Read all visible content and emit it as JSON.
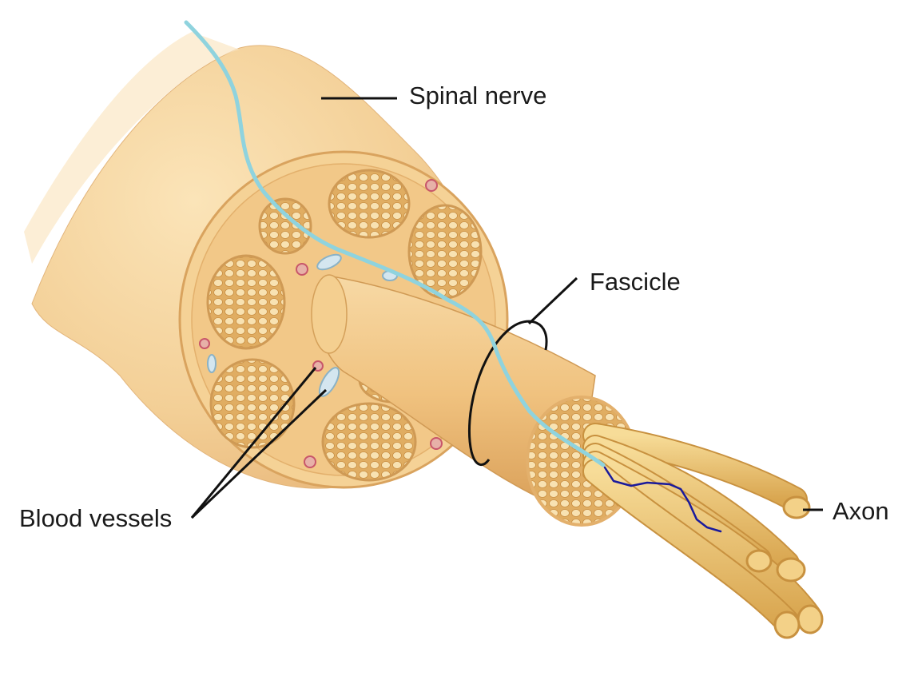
{
  "labels": {
    "spinal_nerve": "Spinal nerve",
    "fascicle": "Fascicle",
    "blood_vessels": "Blood vessels",
    "axon": "Axon"
  },
  "colors": {
    "background": "#ffffff",
    "nerve_tissue": "#f3cf96",
    "fascicle_fill": "#e9bb73",
    "cell_fill": "#f6dca8",
    "axon_fill": "#f0cc7a",
    "vessel_red": "#c8566a",
    "vessel_blue": "#a9c8d8",
    "light_blue_trace": "#8fd3de",
    "dark_blue_trace": "#1a1a9c",
    "leader_line": "#111111"
  }
}
